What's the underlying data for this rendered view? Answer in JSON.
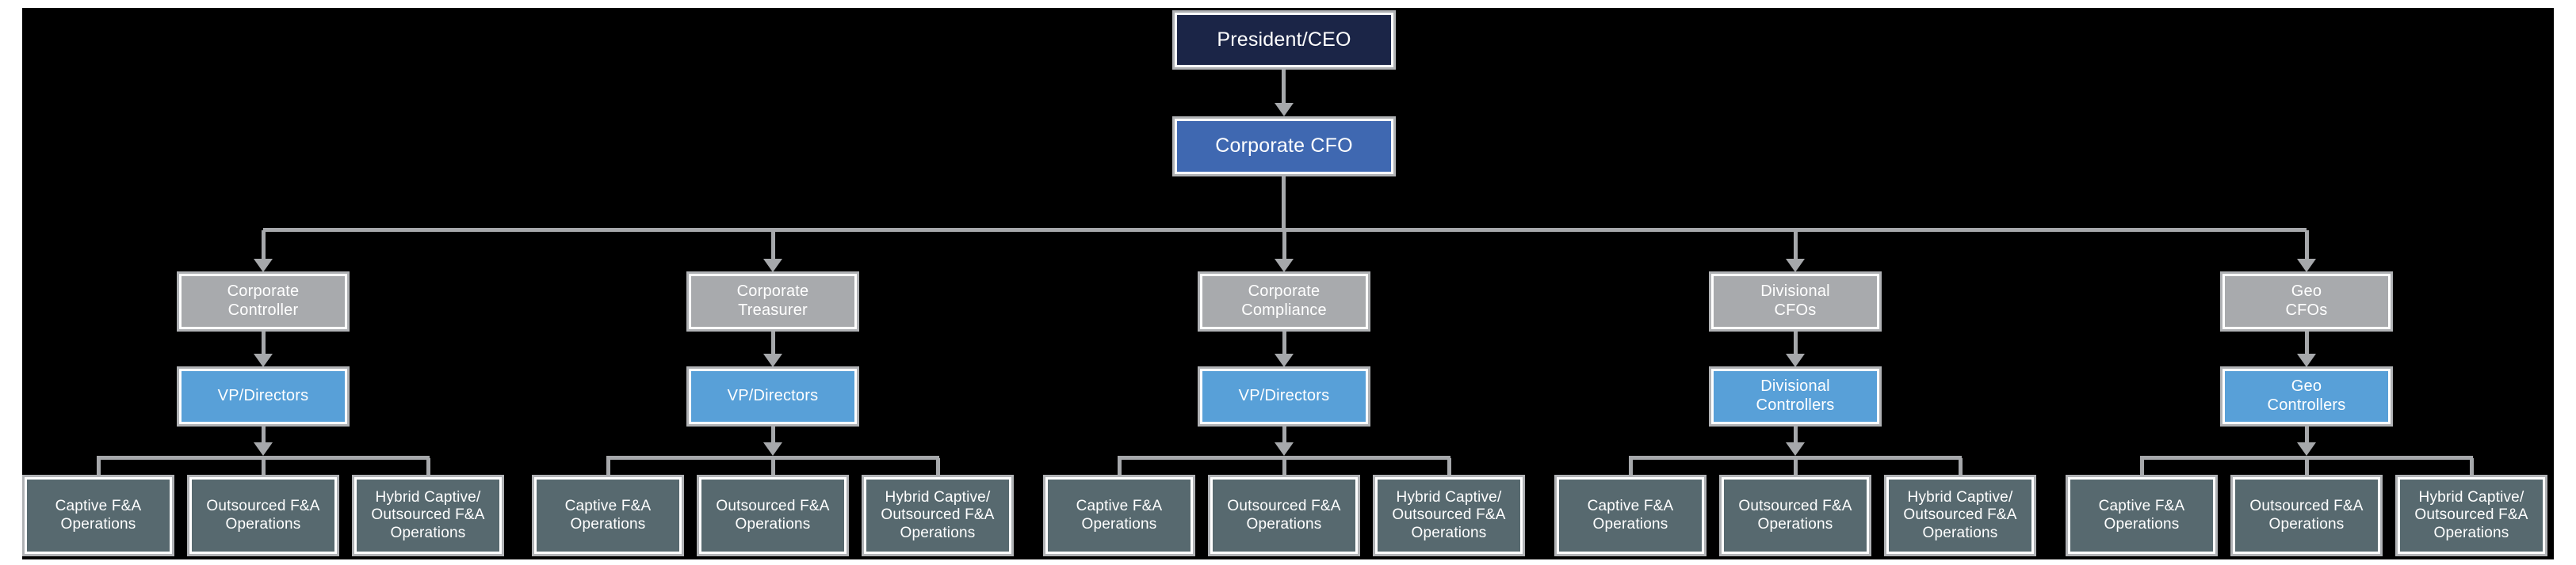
{
  "colors": {
    "background": "#FFFFFF",
    "panel": "#000000",
    "connector": "#A6A8AB",
    "box_border": "#B0B2B5",
    "box_inner_stroke": "#FFFFFF",
    "president_fill": "#1B2547",
    "cfo_fill": "#3F68B1",
    "head_fill": "#A8AAAD",
    "mid_fill": "#58A0D8",
    "leaf_fill": "#57696F",
    "text": "#FFFFFF"
  },
  "org_chart": {
    "root": {
      "label": "President/CEO"
    },
    "cfo": {
      "label": "Corporate CFO"
    },
    "branches": [
      {
        "head": "Corporate\nController",
        "mid": "VP/Directors",
        "children": [
          "Captive F&A\nOperations",
          "Outsourced F&A\nOperations",
          "Hybrid Captive/\nOutsourced F&A\nOperations"
        ]
      },
      {
        "head": "Corporate\nTreasurer",
        "mid": "VP/Directors",
        "children": [
          "Captive F&A\nOperations",
          "Outsourced F&A\nOperations",
          "Hybrid Captive/\nOutsourced F&A\nOperations"
        ]
      },
      {
        "head": "Corporate\nCompliance",
        "mid": "VP/Directors",
        "children": [
          "Captive F&A\nOperations",
          "Outsourced F&A\nOperations",
          "Hybrid Captive/\nOutsourced F&A\nOperations"
        ]
      },
      {
        "head": "Divisional\nCFOs",
        "mid": "Divisional\nControllers",
        "children": [
          "Captive F&A\nOperations",
          "Outsourced F&A\nOperations",
          "Hybrid Captive/\nOutsourced F&A\nOperations"
        ]
      },
      {
        "head": "Geo\nCFOs",
        "mid": "Geo\nControllers",
        "children": [
          "Captive F&A\nOperations",
          "Outsourced F&A\nOperations",
          "Hybrid Captive/\nOutsourced F&A\nOperations"
        ]
      }
    ]
  }
}
